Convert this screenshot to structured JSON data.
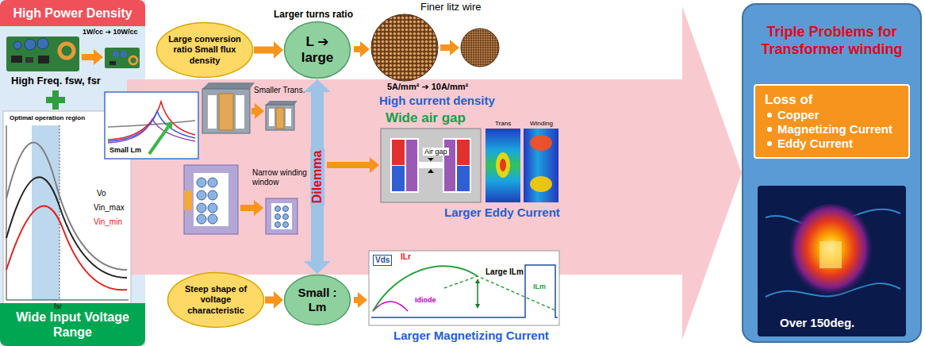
{
  "diagram": {
    "nodes": [
      {
        "text": [
          "High Power Density"
        ]
      },
      {
        "text": [
          "Wide Input Voltage Range"
        ]
      },
      {
        "text": [
          "Large conversion ratio Small flux density"
        ]
      },
      {
        "text": [
          "L ➔ large"
        ]
      },
      {
        "text": [
          "Steep shape of voltage characteristic"
        ]
      },
      {
        "text": [
          "Small : Lm"
        ]
      },
      {
        "text": [
          "Triple Problems for Transformer winding"
        ]
      },
      {
        "text": [
          "Loss of",
          "Copper",
          "Magnetizing Current",
          "Eddy Current"
        ],
        "in": 6
      }
    ],
    "edges": [
      {
        "from": 2,
        "to": 3,
        "arrow": "to"
      },
      {
        "from": 4,
        "to": 5,
        "arrow": "to"
      },
      {
        "from": 3,
        "to": 5,
        "arrow": "both",
        "label": "Dilemma"
      }
    ],
    "labels": [
      "1W/cc ➔ 10W/cc",
      "High Freq. fsw, fsr",
      "Optimal operation region",
      "Small Lm",
      "Vo",
      "Vin_max",
      "Vin_min",
      "fsr",
      "Larger turns ratio",
      "Finer litz wire",
      "5A/mm² ➔ 10A/mm²",
      "High current density",
      "Smaller Trans.",
      "Narrow winding window",
      "Wide air gap",
      "Air gap",
      "Trans",
      "Winding",
      "Larger Eddy Current",
      "Vds",
      "ILr",
      "Large ILm",
      "ILm",
      "Idiode",
      "Larger Magnetizing Current",
      "Over 150deg."
    ]
  }
}
